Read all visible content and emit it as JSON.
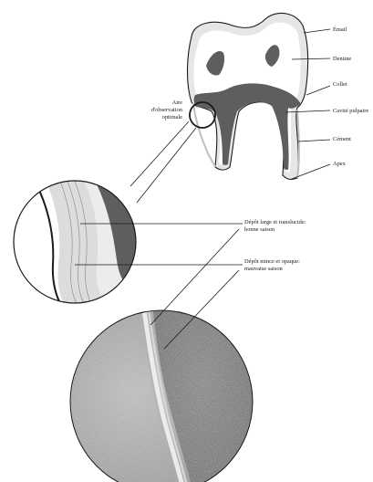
{
  "tooth_labels": {
    "email": "Émail",
    "dentine": "Dentine",
    "collet": "Collet",
    "cavite": "Cavité pulpaire",
    "cement": "Cément",
    "apex": "Apex"
  },
  "observation_area": {
    "line1": "Aire",
    "line2": "d'observation",
    "line3": "optimale"
  },
  "deposits": {
    "wide": {
      "line1": "Dépôt large et translucide:",
      "line2": "bonne saison"
    },
    "thin": {
      "line1": "Dépôt mince et opaque:",
      "line2": "mauvaise saison"
    }
  },
  "colors": {
    "enamel": "#e6e6e6",
    "dentine": "#ffffff",
    "pulp": "#5e5e5e",
    "cement": "#d6d6d6",
    "outline": "#1a1a1a"
  }
}
